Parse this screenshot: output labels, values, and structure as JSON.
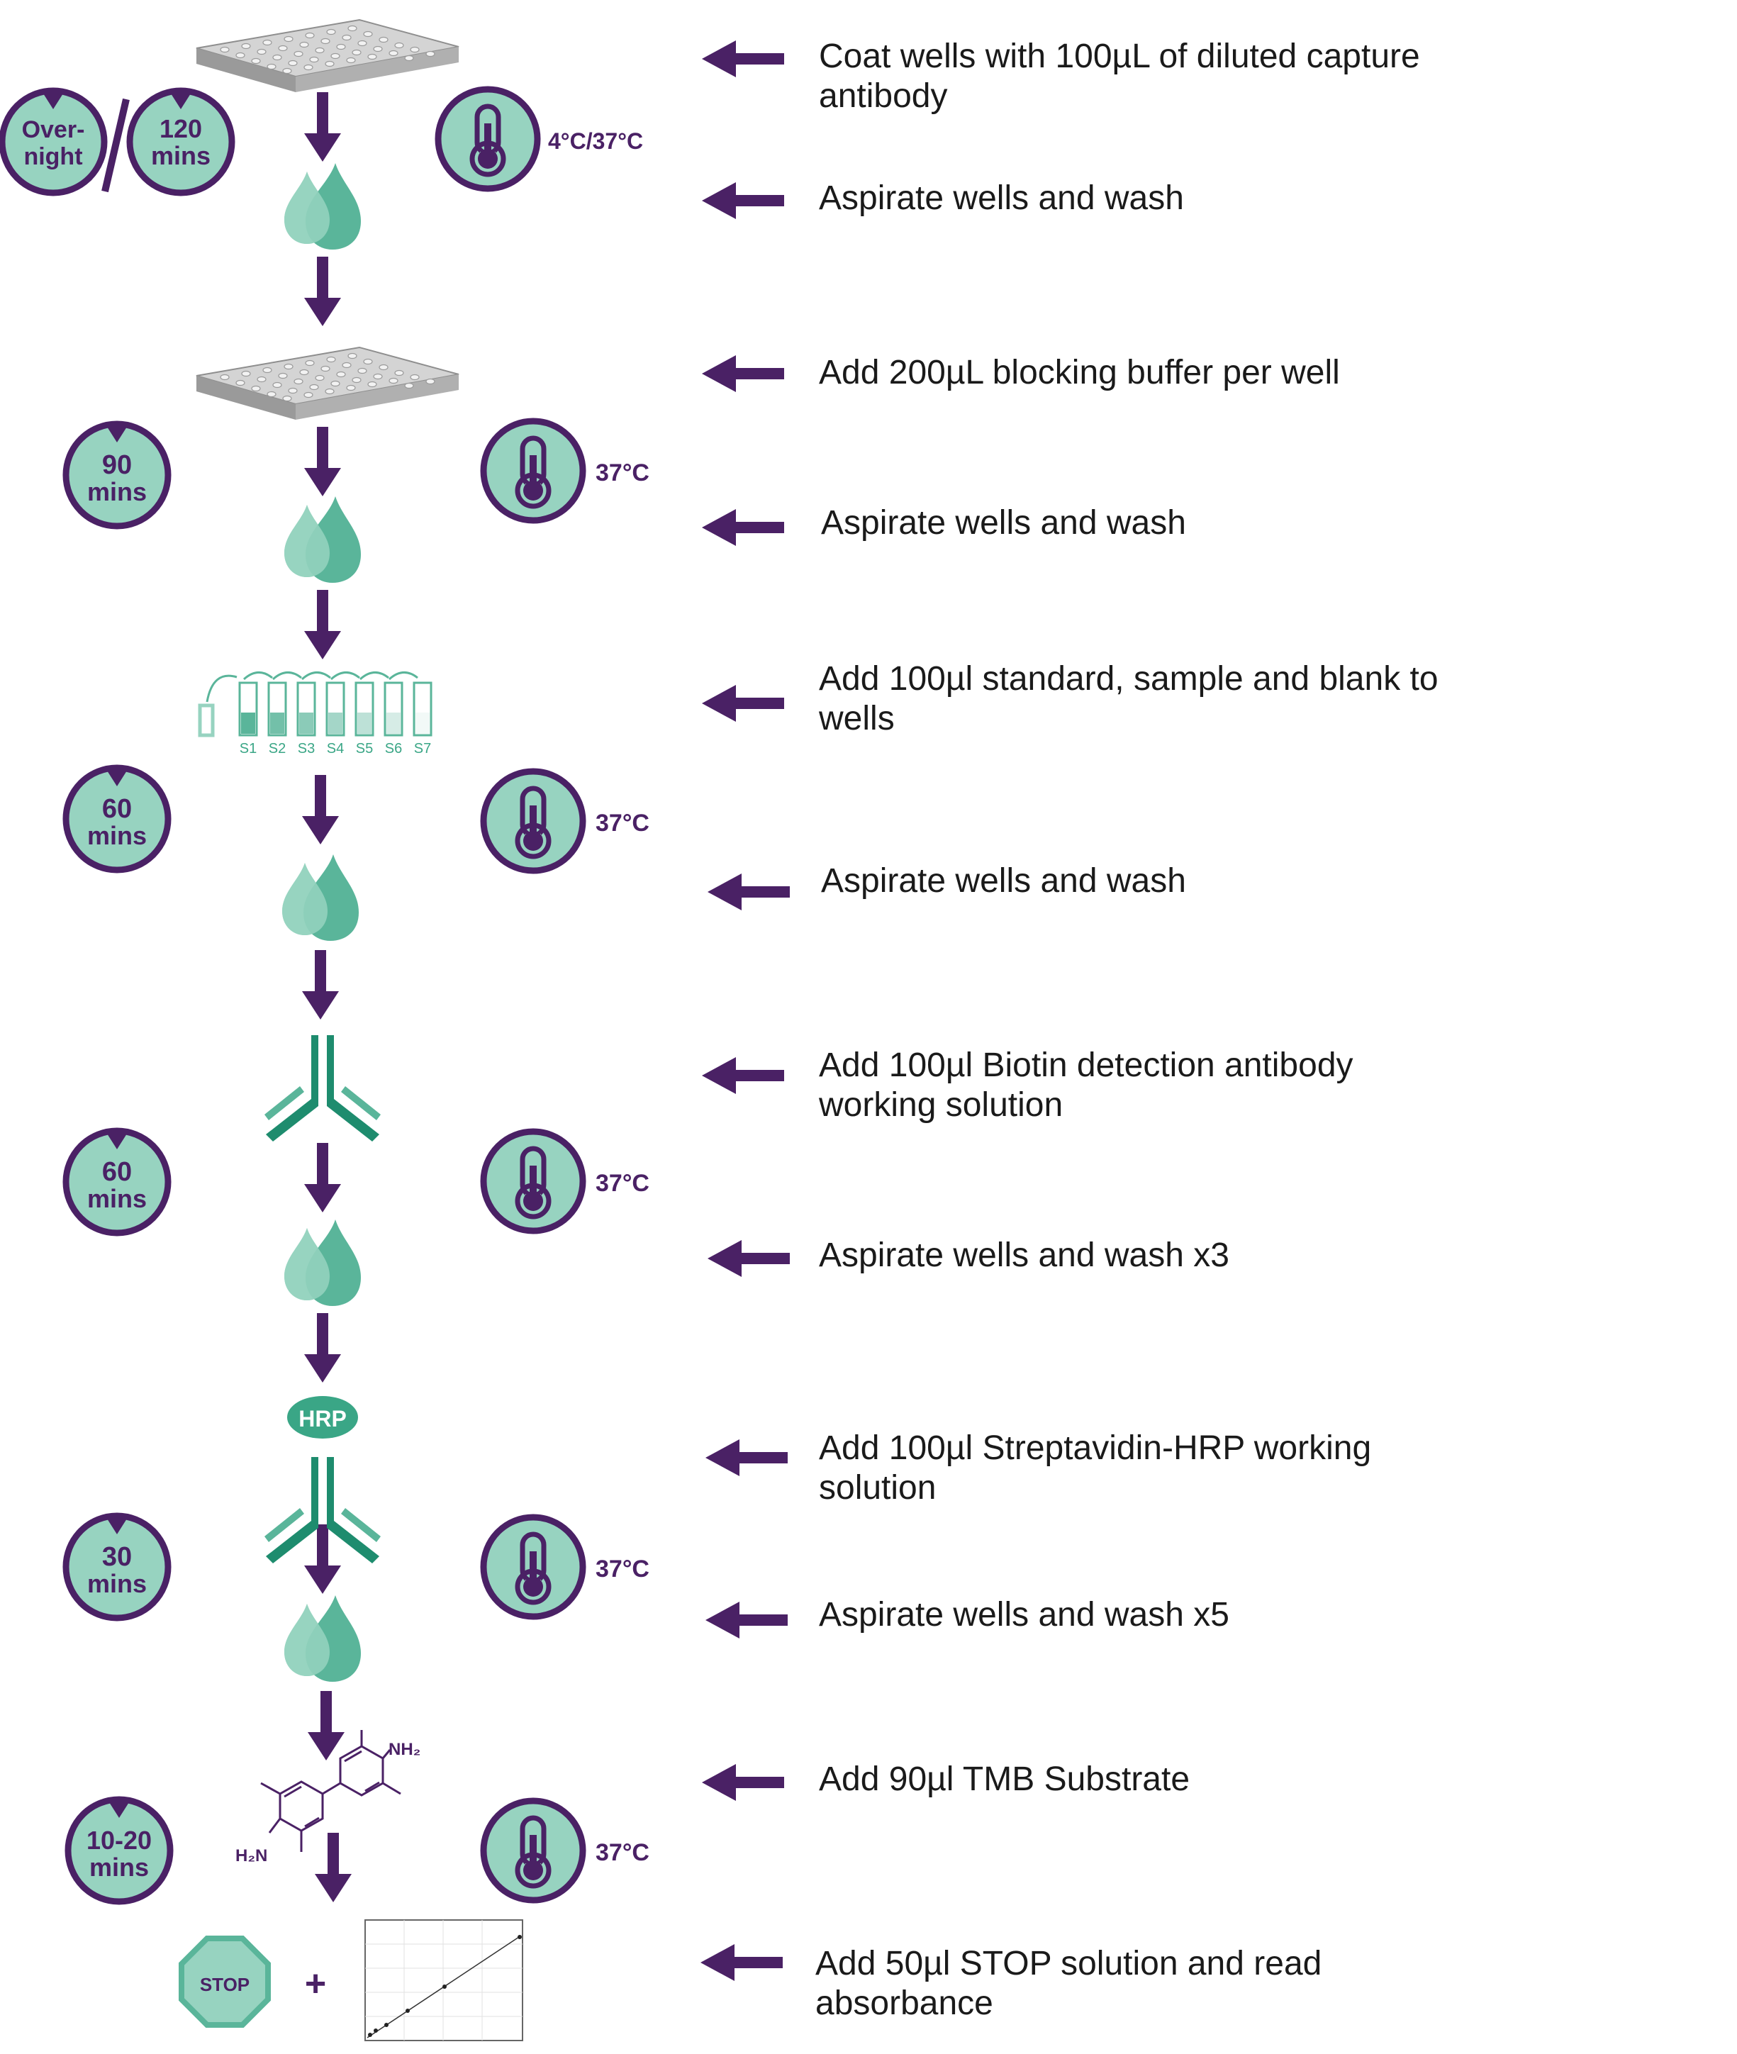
{
  "steps": [
    {
      "lines": [
        "Coat wells with 100µL of diluted capture",
        "antibody"
      ]
    },
    {
      "lines": [
        "Aspirate wells and wash"
      ]
    },
    {
      "lines": [
        "Add 200µL blocking buffer per well"
      ]
    },
    {
      "lines": [
        "Aspirate wells and wash"
      ]
    },
    {
      "lines": [
        "Add 100µl standard, sample and blank to",
        "wells"
      ]
    },
    {
      "lines": [
        "Aspirate wells and wash"
      ]
    },
    {
      "lines": [
        "Add 100µl Biotin detection antibody",
        "working solution"
      ]
    },
    {
      "lines": [
        "Aspirate wells and wash x3"
      ]
    },
    {
      "lines": [
        "Add 100µl Streptavidin-HRP working",
        "solution"
      ]
    },
    {
      "lines": [
        "Aspirate wells and wash x5"
      ]
    },
    {
      "lines": [
        "Add 90µl TMB Substrate"
      ]
    },
    {
      "lines": [
        "Add 50µl STOP solution and read",
        "absorbance"
      ]
    }
  ],
  "timers": [
    {
      "line1": "Over-",
      "line2": "night"
    },
    {
      "line1": "120",
      "line2": "mins"
    },
    {
      "line1": "90",
      "line2": "mins"
    },
    {
      "line1": "60",
      "line2": "mins"
    },
    {
      "line1": "60",
      "line2": "mins"
    },
    {
      "line1": "30",
      "line2": "mins"
    },
    {
      "line1": "10-20",
      "line2": "mins"
    }
  ],
  "temperatures": [
    "4°C/37°C",
    "37°C",
    "37°C",
    "37°C",
    "37°C",
    "37°C"
  ],
  "standards": [
    "S1",
    "S2",
    "S3",
    "S4",
    "S5",
    "S6",
    "S7"
  ],
  "labels": {
    "hrp": "HRP",
    "stop": "STOP",
    "plus": "+",
    "nh2": "NH₂",
    "h2n": "H₂N"
  },
  "colors": {
    "purple": "#4a2165",
    "teal_light": "#97d3c0",
    "teal_mid": "#5ab59a",
    "teal_dark": "#1e8c6e",
    "plate_gray": "#b8b8b8"
  }
}
